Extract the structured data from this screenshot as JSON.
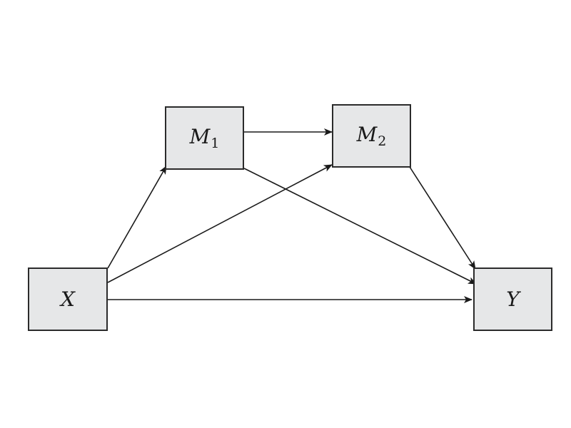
{
  "colors": {
    "node_fill": "#e6e7e8",
    "node_border": "#2b2b2b",
    "edge": "#1a1a1a"
  },
  "nodes": {
    "m1": {
      "main": "M",
      "sub": "1"
    },
    "m2": {
      "main": "M",
      "sub": "2"
    },
    "x": {
      "main": "X",
      "sub": ""
    },
    "y": {
      "main": "Y",
      "sub": ""
    }
  },
  "edges": [
    {
      "from": "X",
      "to": "M1"
    },
    {
      "from": "X",
      "to": "M2"
    },
    {
      "from": "X",
      "to": "Y"
    },
    {
      "from": "M1",
      "to": "M2"
    },
    {
      "from": "M1",
      "to": "Y"
    },
    {
      "from": "M2",
      "to": "Y"
    }
  ]
}
